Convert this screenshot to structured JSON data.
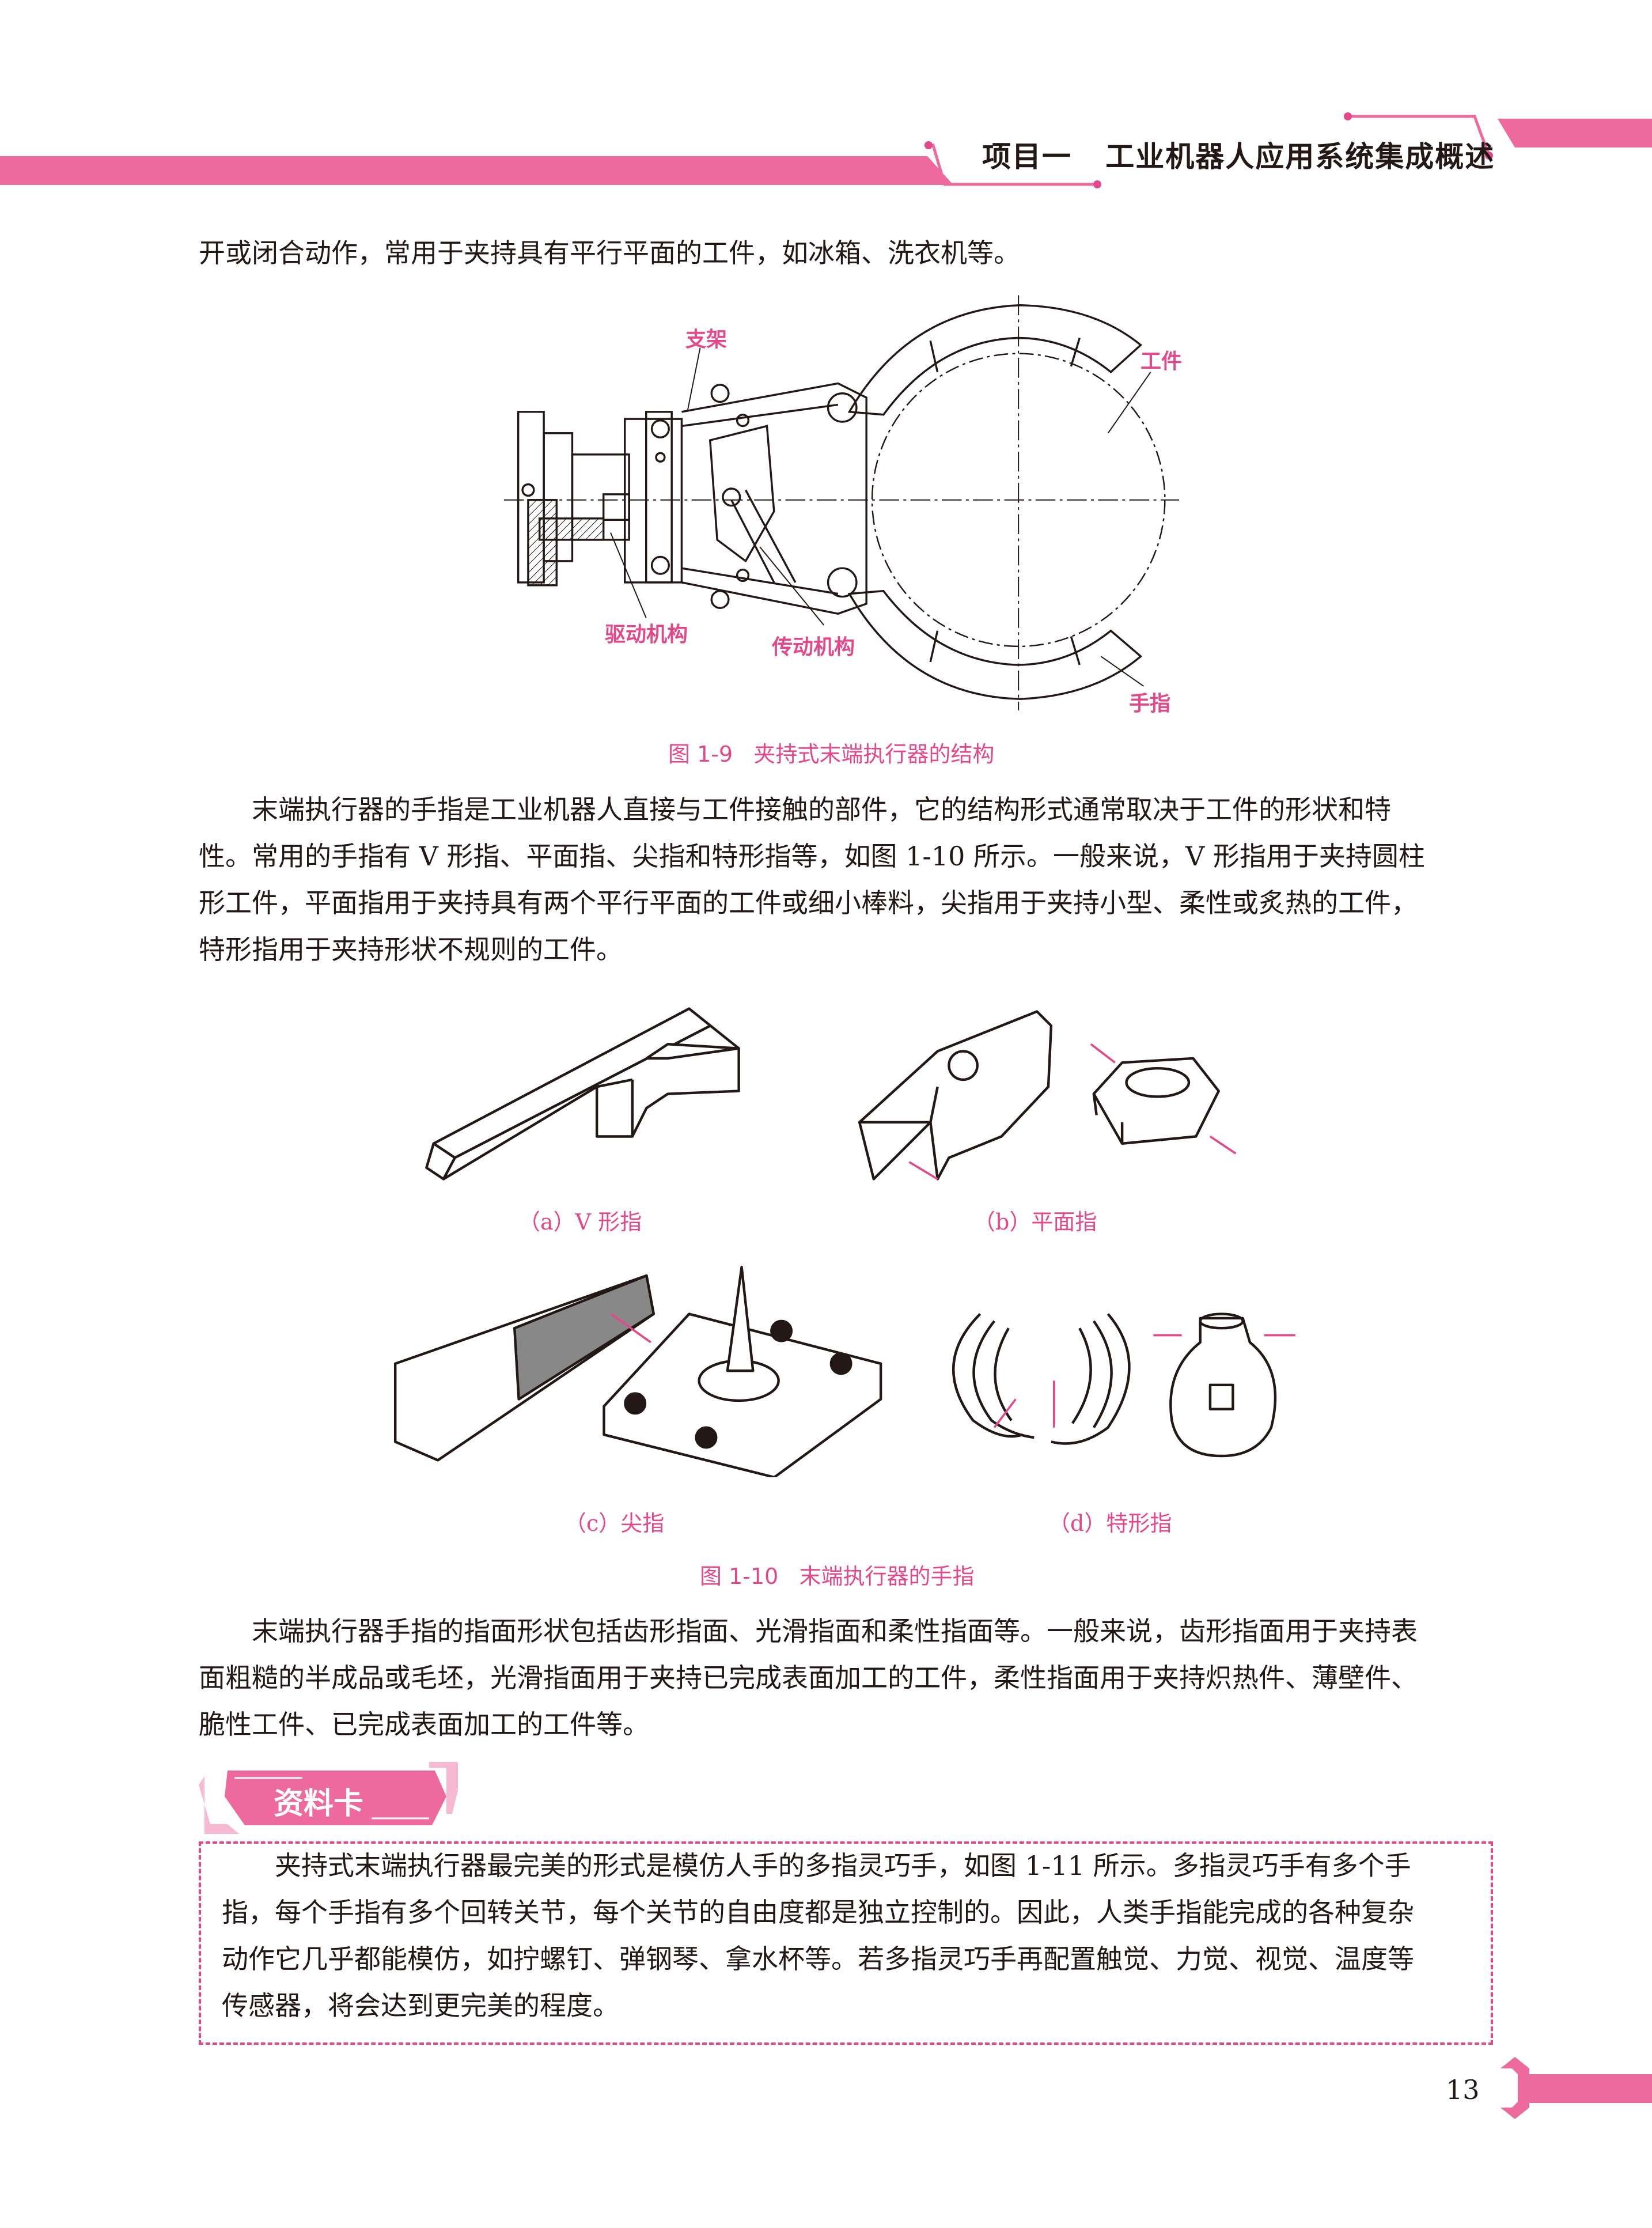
{
  "header": {
    "title": "项目一   工业机器人应用系统集成概述"
  },
  "intro_line": "开或闭合动作，常用于夹持具有平行平面的工件，如冰箱、洗衣机等。",
  "figure_1_9": {
    "caption": "图 1-9   夹持式末端执行器的结构",
    "labels": {
      "bracket": "支架",
      "workpiece": "工件",
      "drive": "驱动机构",
      "transmission": "传动机构",
      "finger": "手指"
    }
  },
  "paragraph_2": [
    "末端执行器的手指是工业机器人直接与工件接触的部件，它的结构形式通常取决于工件的形状和特",
    "性。常用的手指有 V 形指、平面指、尖指和特形指等，如图 1-10 所示。一般来说，V 形指用于夹持圆柱",
    "形工件，平面指用于夹持具有两个平行平面的工件或细小棒料，尖指用于夹持小型、柔性或炙热的工件，",
    "特形指用于夹持形状不规则的工件。"
  ],
  "figure_1_10": {
    "caption": "图 1-10   末端执行器的手指",
    "sub": {
      "a": "（a）V 形指",
      "b": "（b）平面指",
      "c": "（c）尖指",
      "d": "（d）特形指"
    }
  },
  "paragraph_3": [
    "末端执行器手指的指面形状包括齿形指面、光滑指面和柔性指面等。一般来说，齿形指面用于夹持表",
    "面粗糙的半成品或毛坯，光滑指面用于夹持已完成表面加工的工件，柔性指面用于夹持炽热件、薄壁件、",
    "脆性工件、已完成表面加工的工件等。"
  ],
  "info_card": {
    "badge": "资料卡",
    "lines": [
      "夹持式末端执行器最完美的形式是模仿人手的多指灵巧手，如图 1-11 所示。多指灵巧手有多个手",
      "指，每个手指有多个回转关节，每个关节的自由度都是独立控制的。因此，人类手指能完成的各种复杂",
      "动作它几乎都能模仿，如拧螺钉、弹钢琴、拿水杯等。若多指灵巧手再配置触觉、力觉、视觉、温度等",
      "传感器，将会达到更完美的程度。"
    ]
  },
  "page_number": "13",
  "colors": {
    "accent": "#ee6a9e",
    "caption": "#e4488a"
  }
}
